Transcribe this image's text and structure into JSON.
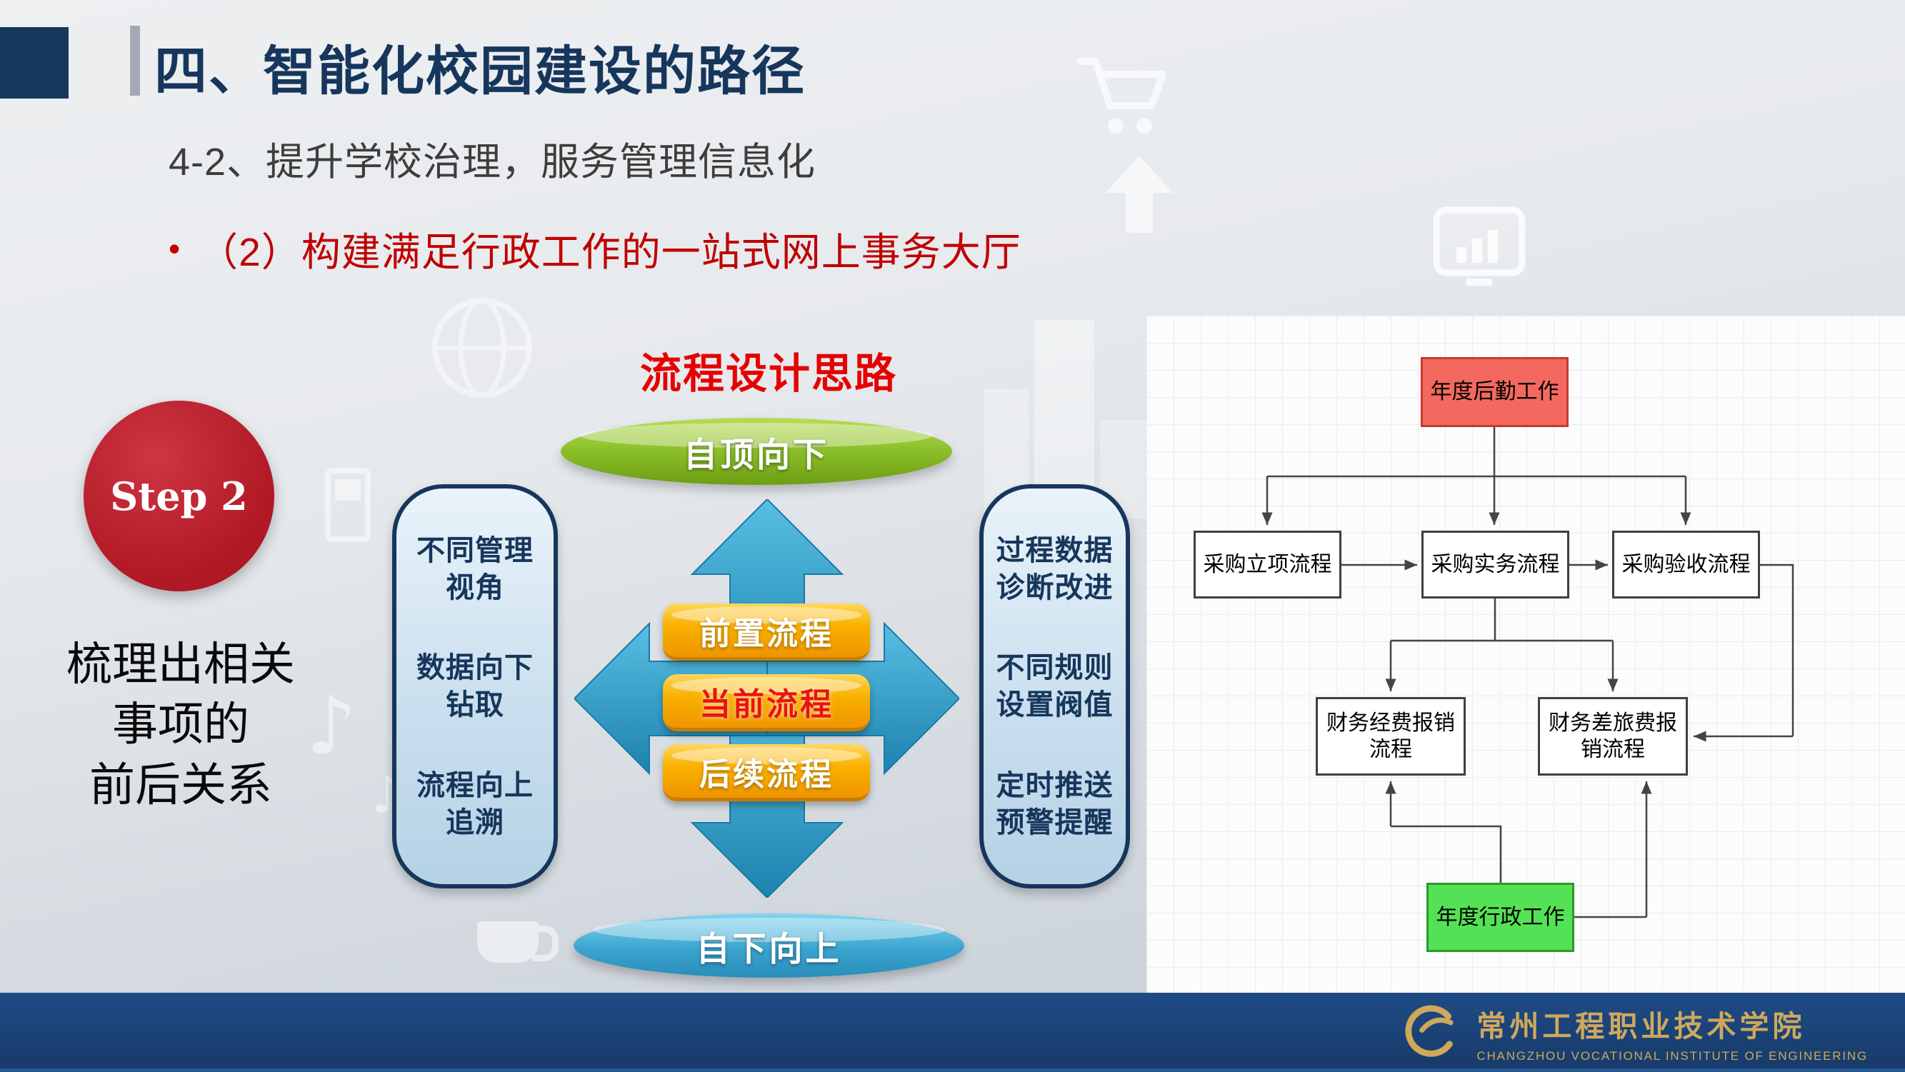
{
  "header": {
    "title": "四、智能化校园建设的路径",
    "subtitle": "4-2、提升学校治理，服务管理信息化",
    "bullet_marker": "•",
    "bullet": "（2）构建满足行政工作的一站式网上事务大厅"
  },
  "step": {
    "label": "Step 2",
    "description": "梳理出相关\n事项的\n前后关系"
  },
  "process_design": {
    "title": "流程设计思路",
    "top_banner": "自顶向下",
    "bottom_banner": "自下向上",
    "center_items": [
      {
        "label": "前置流程",
        "current": false
      },
      {
        "label": "当前流程",
        "current": true
      },
      {
        "label": "后续流程",
        "current": false
      }
    ],
    "left_panel": [
      "不同管理\n视角",
      "数据向下\n钻取",
      "流程向上\n追溯"
    ],
    "right_panel": [
      "过程数据\n诊断改进",
      "不同规则\n设置阀值",
      "定时推送\n预警提醒"
    ]
  },
  "flowchart": {
    "nodes": [
      {
        "id": "annual-logistics",
        "label": "年度后勤工作",
        "color": "#f4695f"
      },
      {
        "id": "procurement-initiation",
        "label": "采购立项流程",
        "color": "#ffffff"
      },
      {
        "id": "procurement-practice",
        "label": "采购实务流程",
        "color": "#ffffff"
      },
      {
        "id": "procurement-acceptance",
        "label": "采购验收流程",
        "color": "#ffffff"
      },
      {
        "id": "finance-expense-reimburse",
        "label": "财务经费报销\n流程",
        "color": "#ffffff"
      },
      {
        "id": "finance-travel-reimburse",
        "label": "财务差旅费报\n销流程",
        "color": "#ffffff"
      },
      {
        "id": "annual-admin",
        "label": "年度行政工作",
        "color": "#55e155"
      }
    ]
  },
  "decor": {
    "music_note": "♪",
    "background_icons": [
      "shopping-cart",
      "up-arrow",
      "monitor-chart",
      "globe",
      "mobile-phone",
      "music-note",
      "coffee-cup",
      "buildings"
    ]
  },
  "footer": {
    "school_name": "常州工程职业技术学院",
    "school_name_en": "CHANGZHOU VOCATIONAL INSTITUTE OF ENGINEERING"
  },
  "colors": {
    "title_blue": "#16365c",
    "accent_red": "#c00000",
    "step_red": "#b5212d",
    "banner_green": "#8cc02a",
    "banner_blue": "#3ba4cf",
    "stack_gold": "#f9b000",
    "footer_blue": "#1b457e",
    "gold": "#cfa85c",
    "node_red": "#f4695f",
    "node_green": "#55e155"
  }
}
